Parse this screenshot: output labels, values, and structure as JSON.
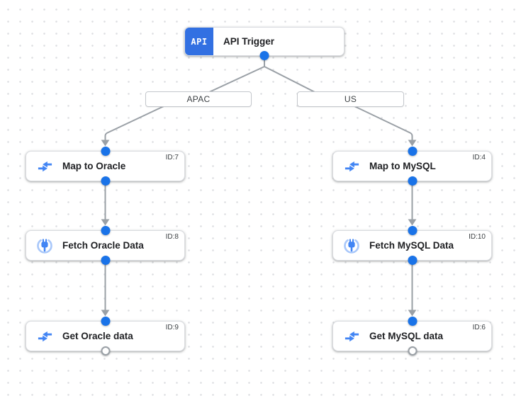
{
  "canvas": {
    "type": "integration-workflow-editor",
    "grid_dot_color": "#dddee1",
    "wire_color": "#9aa0a6",
    "port_color": "#1a73e8",
    "accent_blue": "#3270e2",
    "icon_blue": "#4285f4"
  },
  "trigger": {
    "badge": "API",
    "label": "API Trigger"
  },
  "edges": [
    {
      "label": "APAC",
      "branch": "left"
    },
    {
      "label": "US",
      "branch": "right"
    }
  ],
  "nodes": [
    {
      "label": "Map to Oracle",
      "id_label": "ID:7",
      "icon": "data-mapping-icon",
      "column": "left",
      "row": 1
    },
    {
      "label": "Fetch Oracle Data",
      "id_label": "ID:8",
      "icon": "connector-icon",
      "column": "left",
      "row": 2
    },
    {
      "label": "Get Oracle data",
      "id_label": "ID:9",
      "icon": "data-mapping-icon",
      "column": "left",
      "row": 3
    },
    {
      "label": "Map to MySQL",
      "id_label": "ID:4",
      "icon": "data-mapping-icon",
      "column": "right",
      "row": 1
    },
    {
      "label": "Fetch MySQL Data",
      "id_label": "ID:10",
      "icon": "connector-icon",
      "column": "right",
      "row": 2
    },
    {
      "label": "Get MySQL data",
      "id_label": "ID:6",
      "icon": "data-mapping-icon",
      "column": "right",
      "row": 3
    }
  ]
}
